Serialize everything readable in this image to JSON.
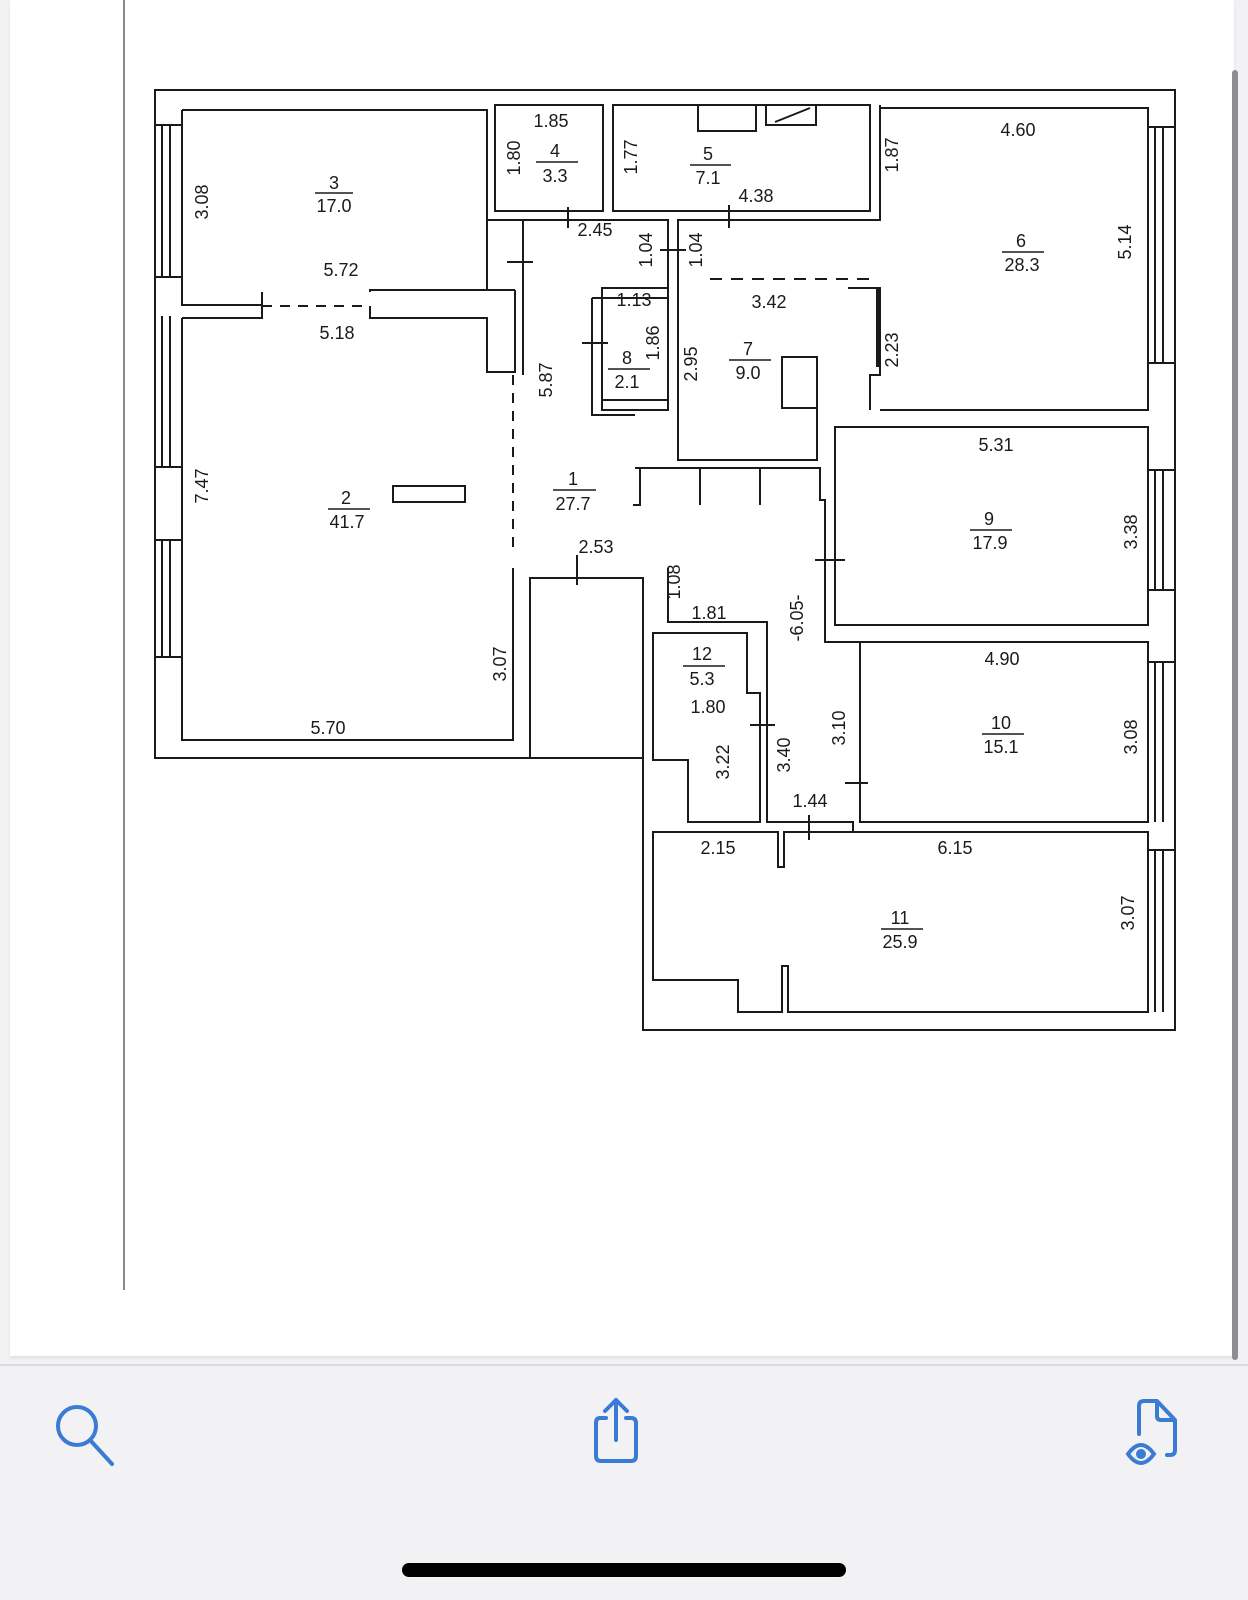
{
  "plan": {
    "rooms": [
      {
        "number": "1",
        "area": "27.7"
      },
      {
        "number": "2",
        "area": "41.7"
      },
      {
        "number": "3",
        "area": "17.0"
      },
      {
        "number": "4",
        "area": "3.3"
      },
      {
        "number": "5",
        "area": "7.1"
      },
      {
        "number": "6",
        "area": "28.3"
      },
      {
        "number": "7",
        "area": "9.0"
      },
      {
        "number": "8",
        "area": "2.1"
      },
      {
        "number": "9",
        "area": "17.9"
      },
      {
        "number": "10",
        "area": "15.1"
      },
      {
        "number": "11",
        "area": "25.9"
      },
      {
        "number": "12",
        "area": "5.3"
      }
    ],
    "dimensions": {
      "r3_height": "3.08",
      "r3_width": "5.72",
      "r2_top": "5.18",
      "r2_height": "7.47",
      "r2_bottom": "5.70",
      "r2_right": "3.07",
      "r4_width": "1.85",
      "r4_height": "1.80",
      "r5_height": "1.77",
      "r5_width": "4.38",
      "corr_top": "2.45",
      "corr_a": "1.04",
      "corr_b": "1.04",
      "r8_width": "1.13",
      "r8_height": "1.86",
      "r7_height": "2.95",
      "r7_width": "3.42",
      "r1_height": "5.87",
      "r6_width": "4.60",
      "r6_left": "1.87",
      "r6_height": "5.14",
      "r6_lower": "2.23",
      "r9_width": "5.31",
      "r9_height": "3.38",
      "r10_width": "4.90",
      "r10_height": "3.08",
      "r10_left": "3.10",
      "entry": "2.53",
      "hall_a": "1.08",
      "hall_b": "1.81",
      "hall_long": "-6.05-",
      "r12_width": "1.80",
      "r12_height": "3.22",
      "hall_c": "3.40",
      "hall_d": "1.44",
      "r11_left": "2.15",
      "r11_width": "6.15",
      "r11_height": "3.07"
    }
  },
  "toolbar": {
    "search": "search-icon",
    "share": "share-icon",
    "preview": "document-preview-icon",
    "accent": "#3a7bd5"
  }
}
